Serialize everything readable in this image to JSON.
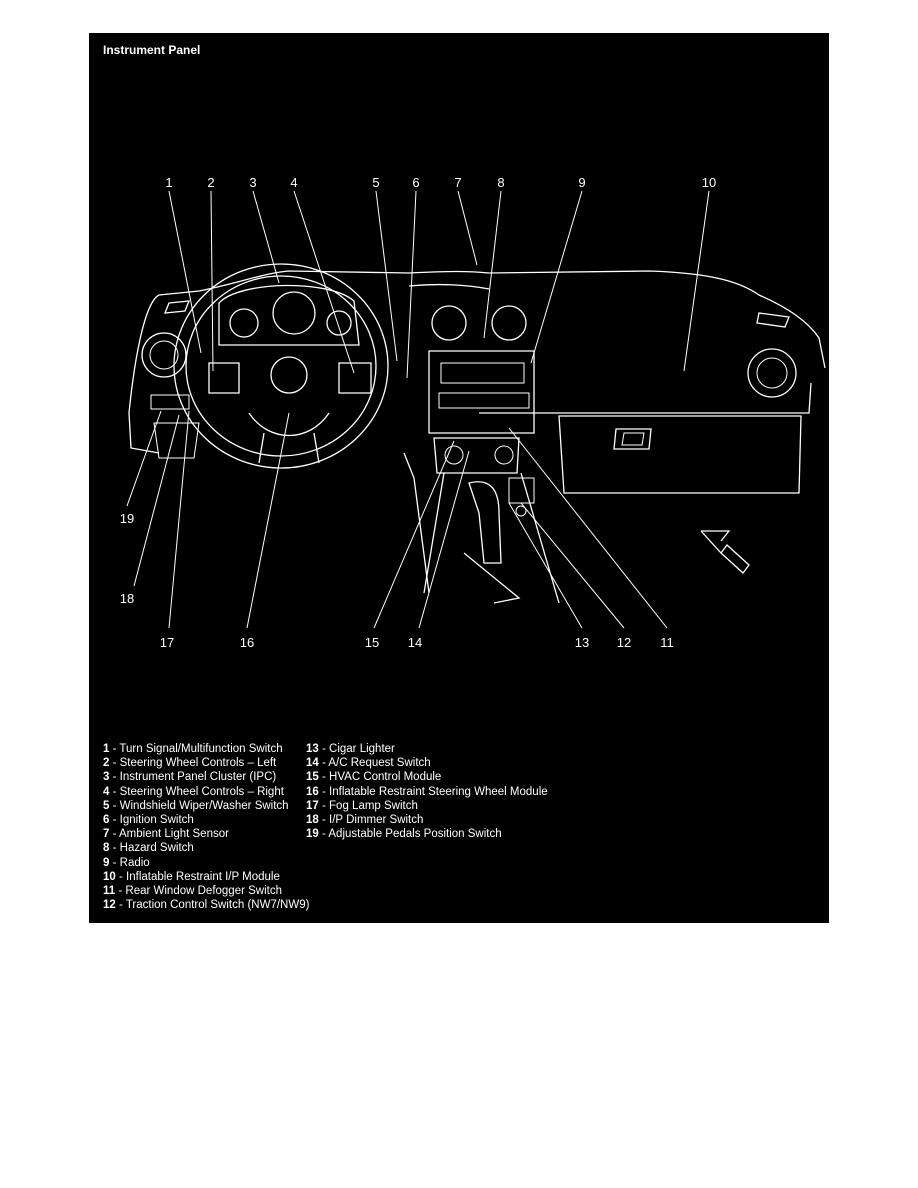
{
  "title": "Instrument Panel",
  "callouts": [
    "1",
    "2",
    "3",
    "4",
    "5",
    "6",
    "7",
    "8",
    "9",
    "10",
    "11",
    "12",
    "13",
    "14",
    "15",
    "16",
    "17",
    "18",
    "19"
  ],
  "legend_left": [
    {
      "num": "1",
      "label": "Turn Signal/Multifunction Switch"
    },
    {
      "num": "2",
      "label": "Steering Wheel Controls – Left"
    },
    {
      "num": "3",
      "label": "Instrument Panel Cluster (IPC)"
    },
    {
      "num": "4",
      "label": "Steering Wheel Controls – Right"
    },
    {
      "num": "5",
      "label": "Windshield Wiper/Washer Switch"
    },
    {
      "num": "6",
      "label": "Ignition Switch"
    },
    {
      "num": "7",
      "label": "Ambient Light Sensor"
    },
    {
      "num": "8",
      "label": "Hazard Switch"
    },
    {
      "num": "9",
      "label": "Radio"
    },
    {
      "num": "10",
      "label": "Inflatable Restraint I/P Module"
    },
    {
      "num": "11",
      "label": "Rear Window Defogger Switch"
    },
    {
      "num": "12",
      "label": "Traction Control Switch (NW7/NW9)"
    }
  ],
  "legend_right": [
    {
      "num": "13",
      "label": "Cigar Lighter"
    },
    {
      "num": "14",
      "label": "A/C Request Switch"
    },
    {
      "num": "15",
      "label": "HVAC Control Module"
    },
    {
      "num": "16",
      "label": "Inflatable Restraint Steering Wheel Module"
    },
    {
      "num": "17",
      "label": "Fog Lamp Switch"
    },
    {
      "num": "18",
      "label": "I/P Dimmer Switch"
    },
    {
      "num": "19",
      "label": "Adjustable Pedals Position Switch"
    }
  ]
}
